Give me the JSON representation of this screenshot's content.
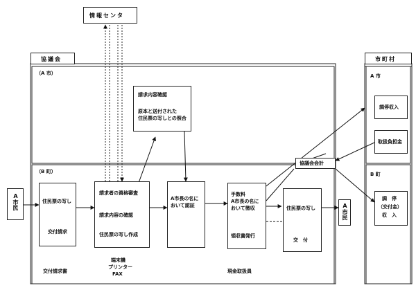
{
  "diagram": {
    "info_center": "情報センタ",
    "council": {
      "tab": "協議会",
      "a_city": "（A 市）",
      "b_town": "（B 町）"
    },
    "municipalities": {
      "tab": "市町村",
      "a_city": "A 市",
      "b_town": "B 町"
    },
    "resident_left": "A市民",
    "resident_right": "A市民",
    "verify_box": {
      "line1": "請求内容確認",
      "line2": "原本と送付された",
      "line3": "住民票の写しとの照合"
    },
    "box1": {
      "line1": "住民票の写し",
      "line2": "交付請求"
    },
    "box2": {
      "line1": "請求者の資格審査",
      "line2": "請求内容の確認",
      "line3": "住民票の写し作成"
    },
    "box3": {
      "line1": "A市長の名に",
      "line2": "おいて認証"
    },
    "box4": {
      "line1": "手数料",
      "line2": "A市長の名に",
      "line3": "おいて徴収",
      "line4": "領収書発行"
    },
    "box5": {
      "line1": "住民票の写し",
      "line2": "交　付"
    },
    "council_account": "協議会会計",
    "fee_income": "調停収入",
    "contribution": "取扱負担金",
    "b_box": {
      "line1": "調　停",
      "line2": "（交付金）",
      "line3": "収　入"
    },
    "caption_request": "交付請求書",
    "caption_equipment": {
      "line1": "端末機",
      "line2": "プリンター",
      "line3": "FAX"
    },
    "caption_cashier": "現金取扱員"
  }
}
